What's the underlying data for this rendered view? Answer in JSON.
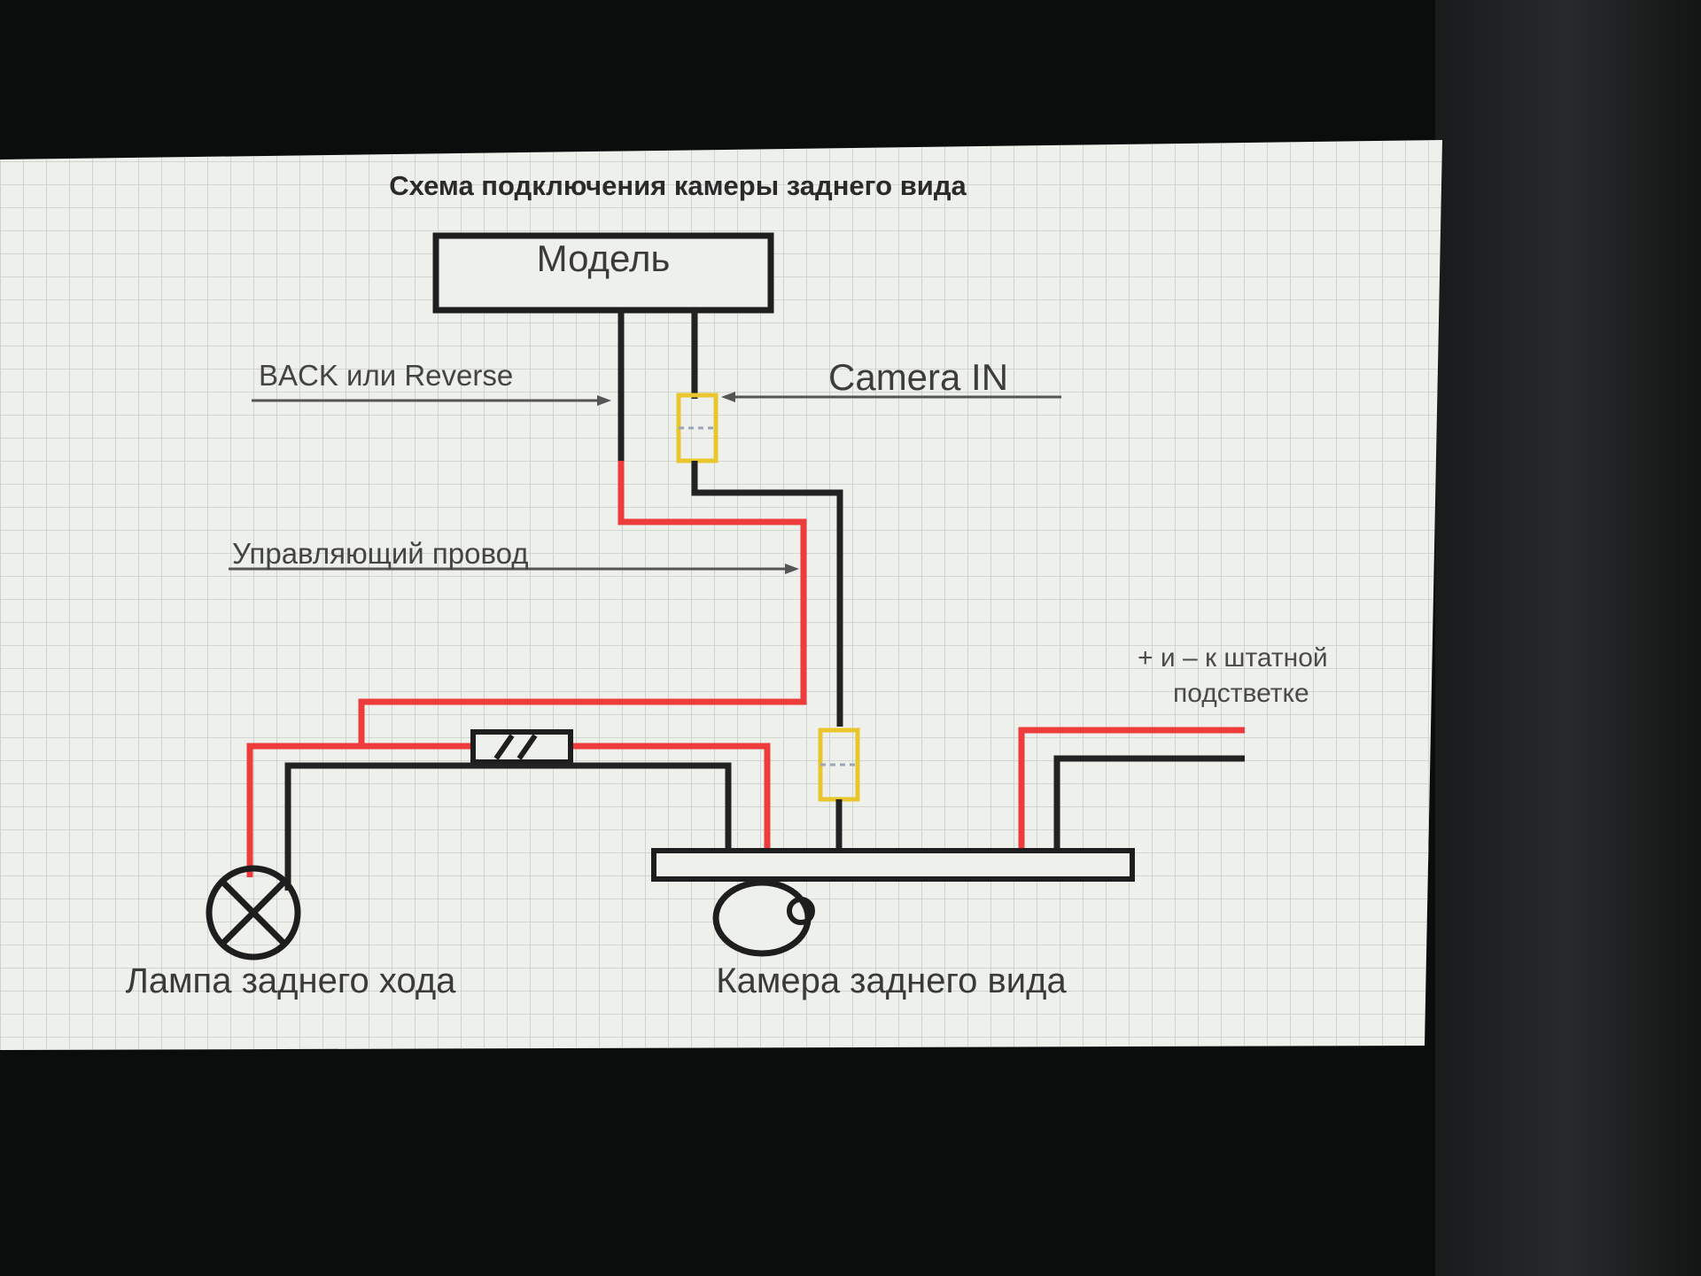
{
  "diagram": {
    "title": "Схема подключения камеры заднего вида",
    "model_box_label": "Модель",
    "back_label": "BACK или Reverse",
    "camera_in_label": "Camera IN",
    "control_wire_label": "Управляющий провод",
    "power_note_line1": "+ и – к штатной",
    "power_note_line2": "подстветке",
    "lamp_label": "Лампа заднего хода",
    "camera_label": "Камера заднего вида"
  },
  "colors": {
    "background": "#0b0c0c",
    "paper": "#eef0ec",
    "grid": "#c7cec8",
    "wire_black": "#222222",
    "wire_red": "#ee3b3b",
    "connector": "#e8c62c"
  },
  "icons": {
    "lamp": "lamp-cross-icon",
    "camera_lens": "camera-lens-icon",
    "connector": "rca-connector-icon",
    "fuse": "inline-fuse-icon"
  }
}
